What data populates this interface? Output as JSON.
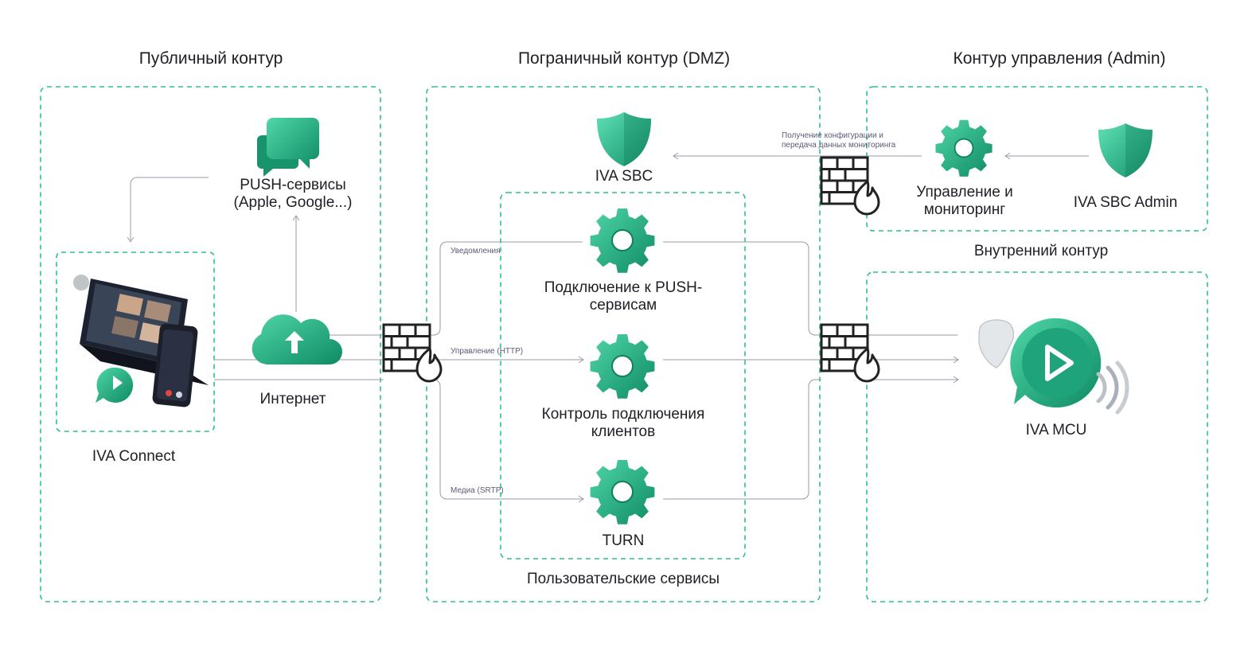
{
  "zones": {
    "public": "Публичный контур",
    "dmz": "Пограничный контур (DMZ)",
    "admin": "Контур управления (Admin)",
    "internal": "Внутренний контур",
    "user_services": "Пользовательские сервисы"
  },
  "nodes": {
    "push_line1": "PUSH-сервисы",
    "push_line2": "(Apple, Google...)",
    "internet": "Интернет",
    "iva_connect": "IVA Connect",
    "iva_sbc": "IVA SBC",
    "svc_push_line1": "Подключение к PUSH-",
    "svc_push_line2": "сервисам",
    "svc_control_line1": "Контроль подключения",
    "svc_control_line2": "клиентов",
    "svc_turn": "TURN",
    "mgmt_line1": "Управление и",
    "mgmt_line2": "мониторинг",
    "sbc_admin": "IVA SBC Admin",
    "iva_mcu": "IVA MCU"
  },
  "edges": {
    "notifications": "Уведомления",
    "control_http": "Управление (HTTP)",
    "media_srtp": "Медиа (SRTP)",
    "config_line1": "Получение конфигурации и",
    "config_line2": "передача данных мониторинга"
  },
  "colors": {
    "accent": "#2fbf8f",
    "icon_green": "#1fa37a",
    "icon_dark": "#0f7f5c",
    "line": "#9a9aaa",
    "text": "#1f1f27",
    "firewall": "#222222"
  },
  "icons": {
    "push": "chat-bubbles-icon",
    "internet": "cloud-upload-icon",
    "sbc": "shield-icon",
    "service": "gear-icon",
    "firewall": "firewall-icon",
    "mcu": "play-chat-icon",
    "client": "devices-icon"
  }
}
